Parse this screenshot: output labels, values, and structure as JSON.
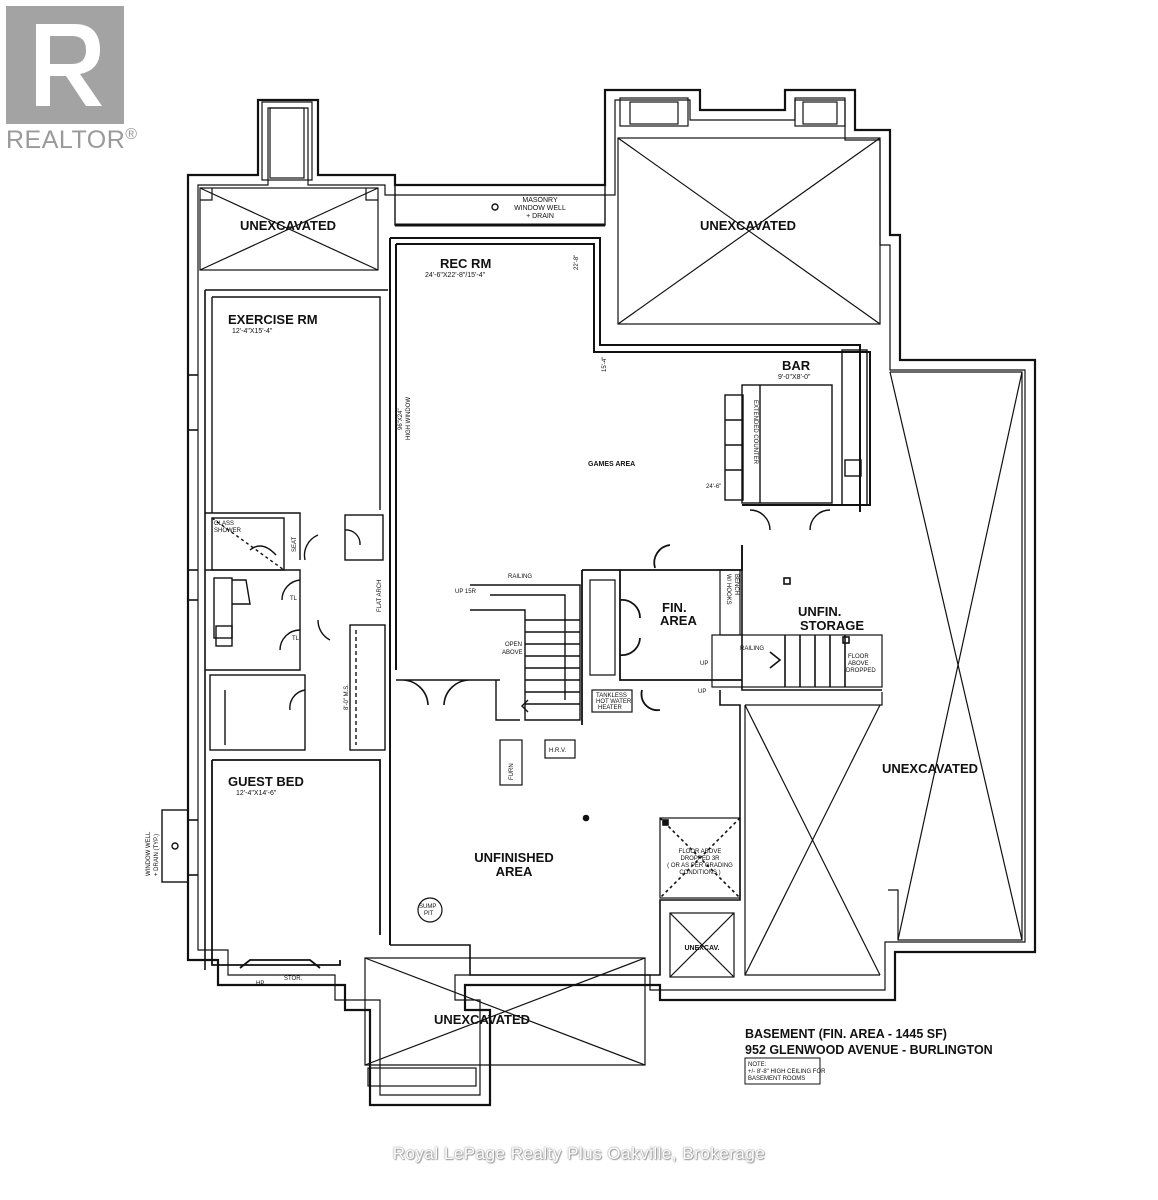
{
  "logo": {
    "text": "REALTOR",
    "mark": "®"
  },
  "rooms": {
    "unexcavated_tl": "UNEXCAVATED",
    "unexcavated_tr": "UNEXCAVATED",
    "unexcavated_r": "UNEXCAVATED",
    "unexcavated_b": "UNEXCAVATED",
    "unexcav_small": "UNEXCAV.",
    "rec_rm": "REC RM",
    "rec_rm_dim": "24'-6\"X22'-8\"/15'-4\"",
    "exercise_rm": "EXERCISE RM",
    "exercise_rm_dim": "12'-4\"X15'-4\"",
    "bar": "BAR",
    "bar_dim": "9'-0\"X8'-0\"",
    "games_area": "GAMES AREA",
    "fin_area_1": "FIN.",
    "fin_area_2": "AREA",
    "unfin_storage_1": "UNFIN.",
    "unfin_storage_2": "STORAGE",
    "guest_bed": "GUEST BED",
    "guest_bed_dim": "12'-4\"X14'-6\"",
    "unfinished_area_1": "UNFINISHED",
    "unfinished_area_2": "AREA"
  },
  "annotations": {
    "masonry_1": "MASONRY",
    "masonry_2": "WINDOW WELL",
    "masonry_3": "+ DRAIN",
    "high_window_1": "96\"X24\"",
    "high_window_2": "HIGH WINDOW",
    "glass_shower_1": "GLASS",
    "glass_shower_2": "SHOWER",
    "seat": "SEAT",
    "tl1": "TL",
    "tl2": "TL",
    "flat_arch": "FLAT ARCH",
    "railing1": "RAILING",
    "railing2": "RAILING",
    "up_15r": "UP 15R",
    "open_above_1": "OPEN",
    "open_above_2": "ABOVE",
    "ext_counter": "EXTENDED COUNTER",
    "dim_24_6": "24'-6\"",
    "dim_22_8": "22'-8\"",
    "dim_15_4": "15'-4\"",
    "bench_1": "BENCH",
    "bench_2": "W/ HOOKS",
    "up": "UP",
    "up2": "UP",
    "floor_above_1": "FLOOR",
    "floor_above_2": "ABOVE",
    "floor_above_3": "DROPPED",
    "tankless_1": "TANKLESS",
    "tankless_2": "HOT WATER",
    "tankless_3": "HEATER",
    "ms": "8'-0\" M.S.",
    "furn": "FURN",
    "hrv": "H.R.V.",
    "floor_dropped_1": "FLOOR ABOVE",
    "floor_dropped_2": "DROPPED 3R",
    "floor_dropped_3": "( OR AS PER GRADING",
    "floor_dropped_4": "CONDITIONS )",
    "sump_1": "SUMP",
    "sump_2": "PIT",
    "window_well_1": "WINDOW WELL",
    "window_well_2": "+ DRAIN (TYP.)",
    "hp": "HP",
    "stor": "STOR."
  },
  "title_block": {
    "line1": "BASEMENT (FIN. AREA - 1445 SF)",
    "line2": "952 GLENWOOD AVENUE - BURLINGTON",
    "note_label": "NOTE:",
    "note_1": "+/- 8'-8\" HIGH CEILING FOR",
    "note_2": "BASEMENT ROOMS"
  },
  "watermark": "Royal LePage Realty Plus Oakville, Brokerage"
}
